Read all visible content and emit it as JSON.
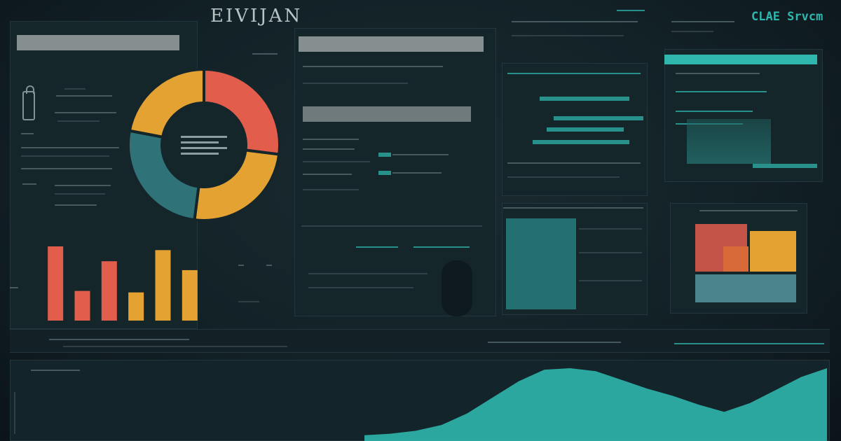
{
  "header": {
    "wordmark": "EIVIJAN",
    "brand_right": "CLAE Srvcm"
  },
  "icons": {
    "lock": "lock-icon"
  },
  "colors": {
    "background": "#122126",
    "panel": "#15262b",
    "accent_teal": "#2fb6ad",
    "accent_orange": "#e4a232",
    "accent_red": "#e35d4d",
    "accent_slate": "#2f7278"
  },
  "chart_data": [
    {
      "type": "pie",
      "values": [
        27,
        25,
        26,
        22
      ],
      "colors": [
        "#e35d4d",
        "#e4a232",
        "#2f7278",
        "#e4a232"
      ]
    },
    {
      "type": "bar",
      "values": [
        100,
        40,
        80,
        38,
        95,
        68
      ],
      "colors": [
        "#e35d4d",
        "#e35d4d",
        "#e35d4d",
        "#e4a232",
        "#e4a232",
        "#e4a232"
      ]
    },
    {
      "type": "area",
      "values": [
        8,
        10,
        14,
        22,
        38,
        60,
        82,
        98,
        100,
        96,
        84,
        72,
        62,
        50,
        40,
        52,
        70,
        88,
        100
      ],
      "colors": [
        "#2fb6ad"
      ]
    }
  ]
}
